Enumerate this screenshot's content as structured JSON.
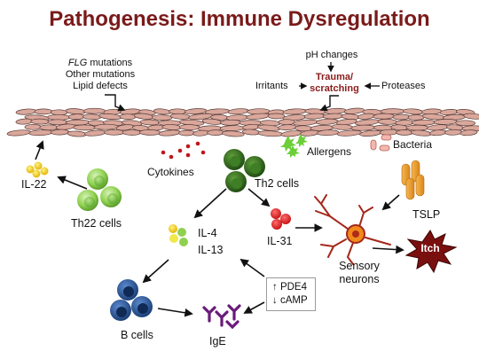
{
  "title": "Pathogenesis: Immune Dysregulation",
  "left_causes": {
    "flg_italic": "FLG",
    "flg_rest": " mutations",
    "line2": "Other mutations",
    "line3": "Lipid defects"
  },
  "triggers": {
    "ph": "pH changes",
    "irritants": "Irritants",
    "trauma_line1": "Trauma/",
    "trauma_line2": "scratching",
    "proteases": "Proteases"
  },
  "labels": {
    "cytokines": "Cytokines",
    "allergens": "Allergens",
    "bacteria": "Bacteria",
    "il22": "IL-22",
    "th22": "Th22 cells",
    "th2": "Th2 cells",
    "tslp": "TSLP",
    "il4": "IL-4",
    "il13": "IL-13",
    "il31": "IL-31",
    "sensory1": "Sensory",
    "sensory2": "neurons",
    "itch": "Itch",
    "bcells": "B cells",
    "ige": "IgE",
    "pde4": "↑ PDE4",
    "camp": "↓ cAMP"
  },
  "colors": {
    "title": "#7b1a1a",
    "th22_cell": "#7cc644",
    "th2_cell": "#2f6b1f",
    "il22_dot": "#f3b400",
    "il4_dot_yellow": "#e8e800",
    "il4_dot_green": "#8fd14f",
    "il31_dot": "#e3171b",
    "bcell": "#1f4d8c",
    "ige": "#6a1b7a",
    "tslp": "#f1a12a",
    "neuron": "#b02a1a",
    "itch_burst": "#7a0f0f",
    "skin_cell": "#d9a79b"
  }
}
